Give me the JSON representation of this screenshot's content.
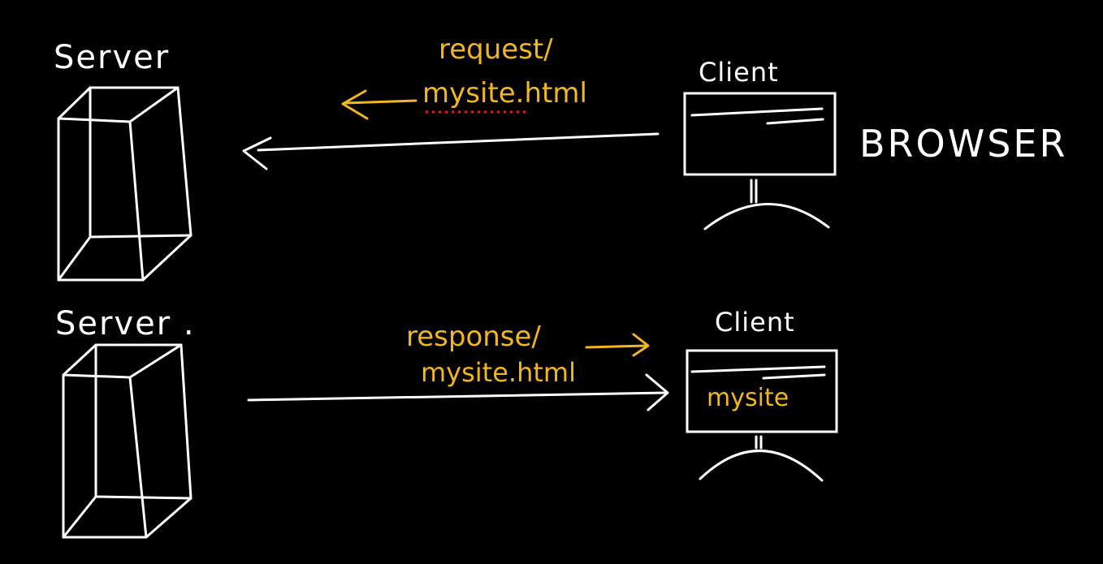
{
  "top": {
    "server_label": "Server",
    "client_label": "Client",
    "browser_label": "BROWSER",
    "arrow_text_line1": "request/",
    "arrow_text_line2": "mysite.html"
  },
  "bottom": {
    "server_label": "Server .",
    "client_label": "Client",
    "arrow_text_line1": "response/",
    "arrow_text_line2": "mysite.html",
    "screen_text": "mysite"
  },
  "colors": {
    "background": "#000000",
    "ink": "#ffffff",
    "highlight": "#f2b621",
    "spellcheck": "#e02020"
  }
}
